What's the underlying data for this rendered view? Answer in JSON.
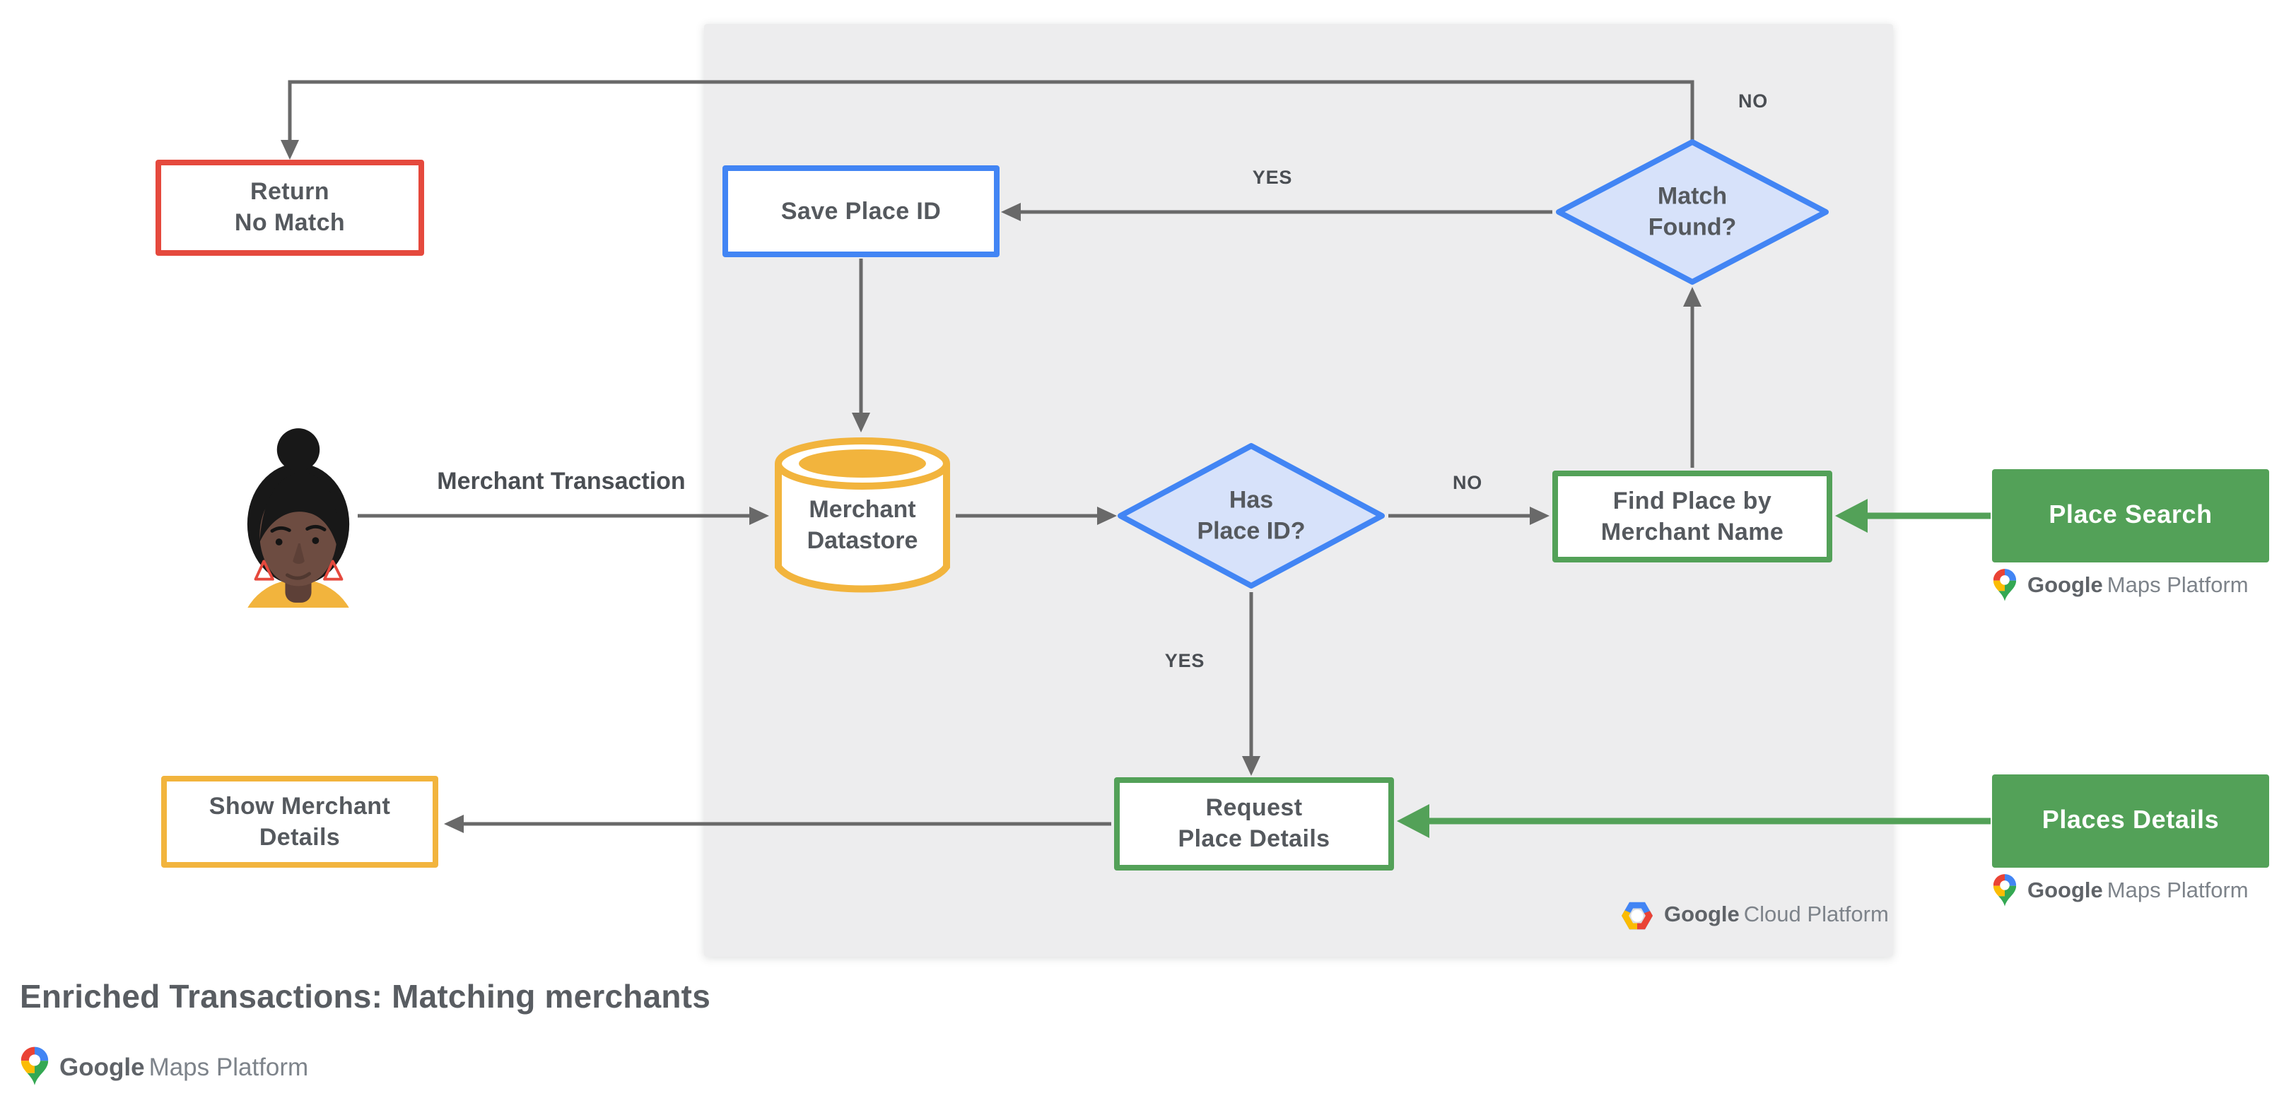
{
  "title": "Enriched Transactions: Matching merchants",
  "actor": {
    "flow_label": "Merchant Transaction"
  },
  "nodes": {
    "return_no_match": {
      "label": "Return\nNo Match"
    },
    "save_place_id": {
      "label": "Save Place ID"
    },
    "match_found": {
      "label": "Match\nFound?"
    },
    "merchant_datastore": {
      "label": "Merchant\nDatastore"
    },
    "has_place_id": {
      "label": "Has\nPlace ID?"
    },
    "find_place": {
      "label": "Find Place by\nMerchant Name"
    },
    "request_place_details": {
      "label": "Request\nPlace Details"
    },
    "show_merchant_details": {
      "label": "Show Merchant\nDetails"
    },
    "place_search": {
      "label": "Place Search"
    },
    "places_details": {
      "label": "Places Details"
    }
  },
  "edge_labels": {
    "match_found_no": "NO",
    "match_found_yes": "YES",
    "has_place_id_no": "NO",
    "has_place_id_yes": "YES"
  },
  "logos": {
    "google_maps_platform": {
      "brand": "Google",
      "suffix": "Maps Platform"
    },
    "google_cloud_platform": {
      "brand": "Google",
      "suffix": "Cloud Platform"
    }
  },
  "palette": {
    "node_red": "#E5493D",
    "node_blue": "#4285F4",
    "diamond_fill": "#D7E2FA",
    "node_yellow": "#F2B43D",
    "node_green": "#53A158",
    "panel_gray": "#EDEDEE",
    "connector_gray": "#696969",
    "label_gray": "#55595E",
    "google_red": "#EA4335",
    "google_blue": "#4285F4",
    "google_yellow": "#FBBC04",
    "google_green": "#34A853"
  }
}
